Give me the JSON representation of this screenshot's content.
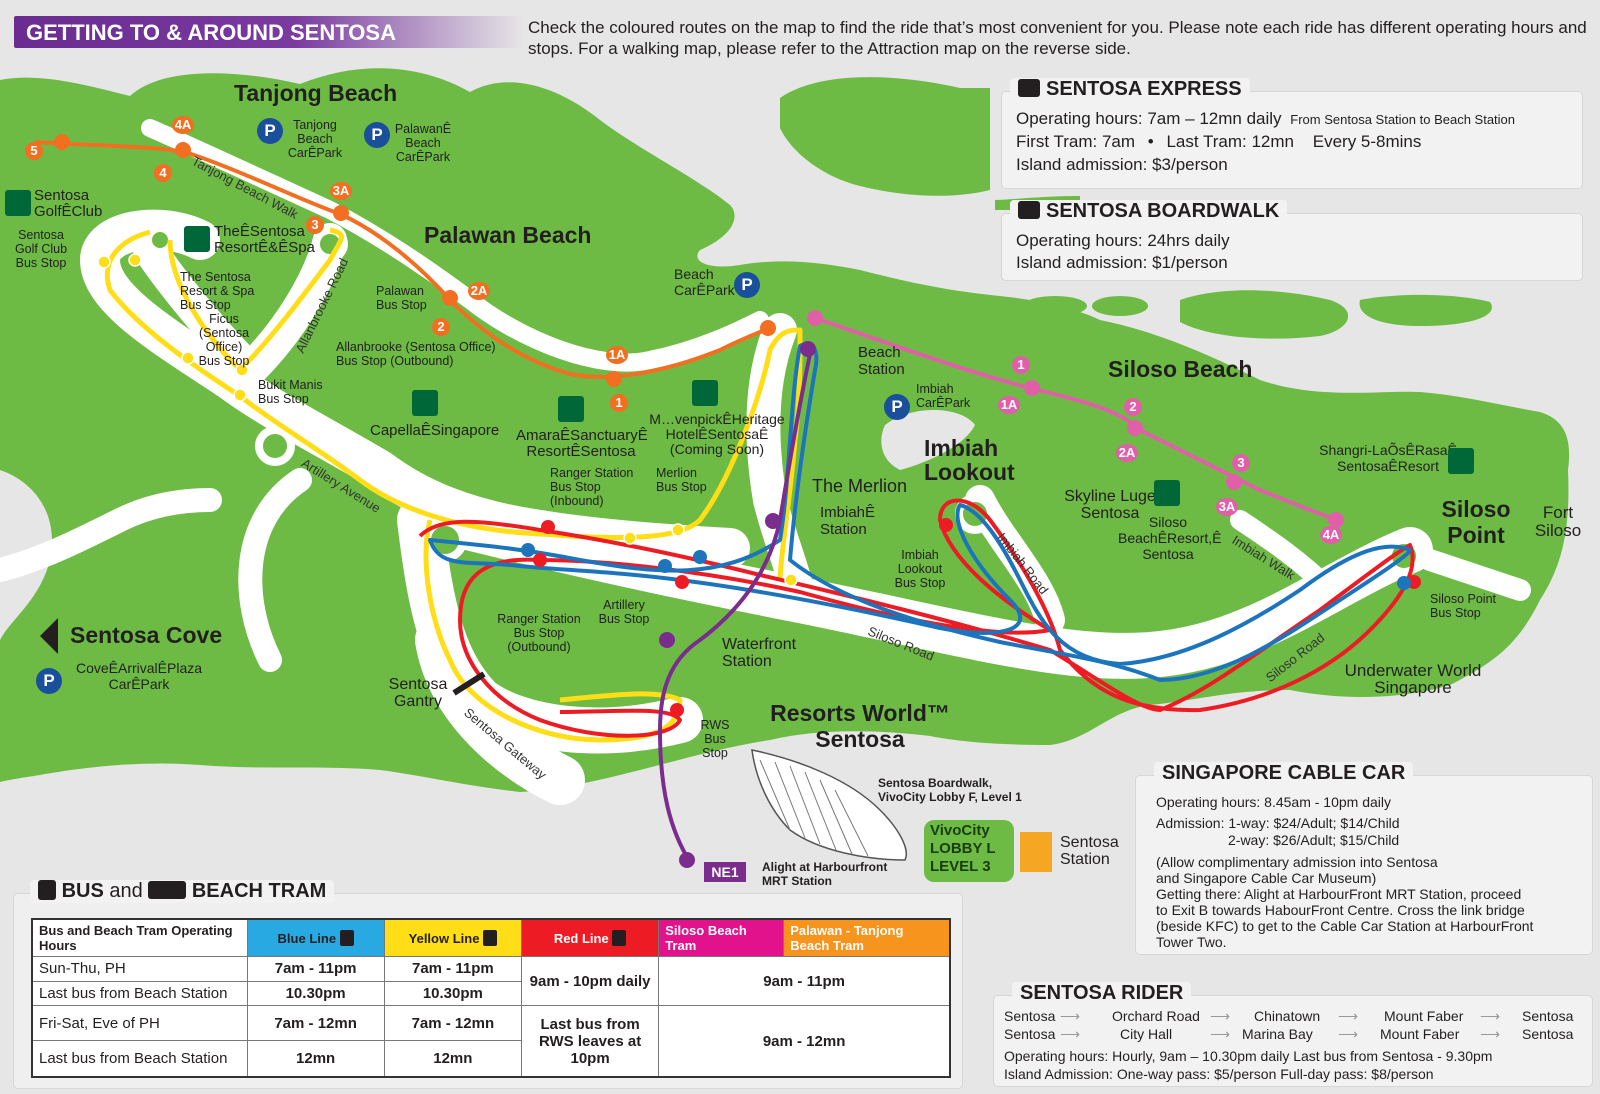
{
  "header": {
    "title": "GETTING TO & AROUND SENTOSA",
    "intro": "Check the coloured routes on the map to find the ride that’s most convenient for you. Please note each ride has different operating hours and stops. For a walking map, please refer to the Attraction map on the reverse side."
  },
  "colors": {
    "land": "#6dbb45",
    "sea": "#e6e6e6",
    "road": "#ffffff",
    "blue_line": "#1c75bc",
    "yellow_line": "#ffde17",
    "red_line": "#ed1c24",
    "pink_line": "#e15fa8",
    "orange_line": "#f26f21",
    "purple_line": "#7b2d8e",
    "header_purple": "#6a2c91"
  },
  "map": {
    "areas": {
      "tanjong_beach": "Tanjong Beach",
      "palawan_beach": "Palawan Beach",
      "siloso_beach": "Siloso Beach",
      "siloso_point": "Siloso Point",
      "imbiah_lookout": "Imbiah Lookout",
      "resorts_world": "Resorts World™ Sentosa",
      "sentosa_cove": "Sentosa Cove",
      "fort_siloso": "Fort Siloso",
      "underwater_world": "Underwater World Singapore",
      "the_merlion": "The Merlion",
      "skyline_luge": "Skyline Luge Sentosa"
    },
    "roads": {
      "tanjong_beach_walk": "Tanjong Beach Walk",
      "allanbrooke_road": "Allanbrooke Road",
      "artillery_avenue": "Artillery Avenue",
      "siloso_road": "Siloso Road",
      "siloso_road_2": "Siloso Road",
      "imbiah_road": "Imbiah Road",
      "imbiah_walk": "Imbiah Walk",
      "sentosa_gateway": "Sentosa Gateway",
      "sentosa_gantry": "Sentosa Gantry"
    },
    "places": {
      "tanjong_carpark": "Tanjong Beach CarÊPark",
      "palawan_carpark": "PalawanÊ Beach CarÊPark",
      "golf_club": "Sentosa GolfÊClub",
      "golf_club_bus": "Sentosa Golf Club Bus Stop",
      "the_sentosa_resort": "TheÊSentosa ResortÊ&ÊSpa",
      "the_sentosa_resort_bus": "The Sentosa Resort & Spa Bus Stop",
      "ficus_bus": "Ficus (Sentosa Office) Bus Stop",
      "bukit_manis_bus": "Bukit Manis Bus Stop",
      "palawan_bus": "Palawan Bus Stop",
      "allanbrooke_bus": "Allanbrooke (Sentosa Office) Bus Stop (Outbound)",
      "capella": "CapellaÊSingapore",
      "amara": "AmaraÊSanctuaryÊ ResortÊSentosa",
      "movenpick": "M…venpickÊHeritage HotelÊSentosaÊ (Coming Soon)",
      "beach_carpark": "Beach CarÊPark",
      "beach_station": "Beach Station",
      "imbiah_carpark": "Imbiah CarÊPark",
      "ranger_inbound": "Ranger Station Bus Stop (Inbound)",
      "merlion_bus": "Merlion Bus Stop",
      "imbiah_station": "ImbiahÊ Station",
      "imbiah_lookout_bus": "Imbiah Lookout Bus Stop",
      "siloso_beach_resort": "Siloso BeachÊResort,Ê Sentosa",
      "shangri_la": "Shangri-LaÕsÊRasaÊ SentosaÊResort",
      "siloso_point_bus": "Siloso Point Bus Stop",
      "ranger_outbound": "Ranger Station Bus Stop (Outbound)",
      "artillery_bus": "Artillery Bus Stop",
      "waterfront_station": "Waterfront Station",
      "rws_bus": "RWS Bus Stop",
      "cove_carpark": "CoveÊArrivalÊPlaza CarÊPark",
      "boardwalk_lobby": "Sentosa Boardwalk, VivoCity Lobby F, Level 1",
      "vivocity_lobby": "VivoCity LOBBY L LEVEL 3",
      "sentosa_station": "Sentosa Station",
      "ne1": "NE1",
      "harbourfront": "Alight at Harbourfront MRT Station"
    },
    "tram_stops": {
      "orange": [
        "5",
        "4A",
        "4",
        "3",
        "3A",
        "2A",
        "2",
        "1A",
        "1"
      ],
      "pink": [
        "1",
        "1A",
        "2",
        "2A",
        "3",
        "3A",
        "4A"
      ]
    }
  },
  "express": {
    "title": "SENTOSA EXPRESS",
    "hours": "Operating hours: 7am – 12mn daily",
    "hours_note": "From Sentosa Station to Beach Station",
    "first_tram": "First Tram: 7am",
    "bullet": "•",
    "last_tram": "Last Tram: 12mn",
    "frequency": "Every 5-8mins",
    "admission": "Island admission: $3/person"
  },
  "boardwalk": {
    "title": "SENTOSA BOARDWALK",
    "hours": "Operating hours: 24hrs daily",
    "admission": "Island admission: $1/person"
  },
  "cable_car": {
    "title": "SINGAPORE CABLE CAR",
    "hours": "Operating hours: 8.45am - 10pm daily",
    "admission_1": "Admission: 1-way: $24/Adult; $14/Child",
    "admission_2": "2-way: $26/Adult; $15/Child",
    "note_1": "(Allow complimentary admission into Sentosa",
    "note_2": "and Singapore Cable Car Museum)",
    "dir_1": "Getting there: Alight at HarbourFront MRT Station, proceed",
    "dir_2": "to Exit B towards HabourFront Centre. Cross the link bridge",
    "dir_3": "(beside KFC) to get to the Cable Car Station at HarbourFront",
    "dir_4": "Tower Two."
  },
  "rider": {
    "title": "SENTOSA RIDER",
    "route_1": [
      "Sentosa",
      "Orchard Road",
      "Chinatown",
      "Mount Faber",
      "Sentosa"
    ],
    "route_2": [
      "Sentosa",
      "City Hall",
      "Marina Bay",
      "Mount Faber",
      "Sentosa"
    ],
    "hours": "Operating hours: Hourly, 9am – 10.30pm daily Last bus from Sentosa - 9.30pm",
    "admission": "Island Admission:  One-way pass:  $5/person   Full-day pass:  $8/person"
  },
  "schedule": {
    "title_bus": "BUS",
    "title_and": "and",
    "title_tram": "BEACH TRAM",
    "head_first": "Bus and Beach Tram Operating Hours",
    "blue": "Blue Line",
    "yellow": "Yellow Line",
    "red": "Red Line",
    "siloso": "Siloso Beach Tram",
    "palawan": "Palawan - Tanjong Beach Tram",
    "rows": [
      {
        "label": "Sun-Thu, PH",
        "blue": "7am - 11pm",
        "yellow": "7am - 11pm"
      },
      {
        "label": "Last bus from Beach Station",
        "blue": "10.30pm",
        "yellow": "10.30pm"
      },
      {
        "label": "Fri-Sat, Eve of PH",
        "blue": "7am - 12mn",
        "yellow": "7am - 12mn"
      },
      {
        "label": "Last bus from Beach Station",
        "blue": "12mn",
        "yellow": "12mn"
      }
    ],
    "red_a": "9am - 10pm daily",
    "red_b": "Last bus from RWS leaves at 10pm",
    "tram_a": "9am - 11pm",
    "tram_b": "9am - 12mn"
  }
}
